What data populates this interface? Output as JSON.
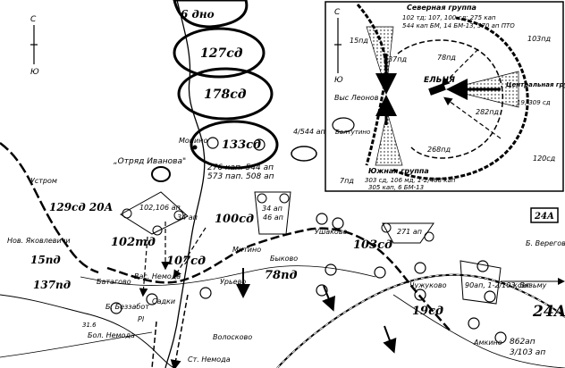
{
  "compass_main": {
    "north": "С",
    "south": "Ю"
  },
  "compass_inset": {
    "north": "С",
    "south": "Ю"
  },
  "divisions": {
    "d6": "6 дно",
    "d127": "127сд",
    "d178": "178сд",
    "d133": "133сд",
    "d129": "129сд 20А",
    "d15": "15пд",
    "d137": "137пд",
    "d102": "102тд",
    "d107": "107сд",
    "d100": "100сд",
    "d78": "78пд",
    "d103": "103сд",
    "d19": "19сд",
    "army24": "24А",
    "army24_box": "24А"
  },
  "units": {
    "otryad": "„Отряд Иванова\"",
    "u102": "102,106 ап",
    "u34a": "34 ап",
    "u34b": "34 ап",
    "u46": "46 ап",
    "u276": "276 кап. 544 ап",
    "u573": "573 пап. 508 ап",
    "u4_544": "4/544 ап",
    "u271": "271 ап",
    "u90": "90ап, 1-2/103 сап",
    "u862": "862ап",
    "u3_103": "3/103 ап",
    "arrow_vyazma": "к Вязьму",
    "pp": "Pl"
  },
  "places": {
    "monino": "Монино",
    "ustrom": "Устром",
    "yakovlevichi": "Нов. Яковлевичи",
    "batagovo": "Батагово",
    "vas_nemoda": "Вас. Немода",
    "urvevo": "Урьево",
    "bezzabot": "Б. Беззабот",
    "mal_nemoda": "Бол. Немода",
    "sadki": "Садки",
    "voloskovo": "Волосково",
    "st_nemoda": "Ст. Немода",
    "mitino": "Митино",
    "bykovo": "Быково",
    "ushakovo": "Ушаково",
    "chuzhukovo": "Чужуково",
    "vereteya": "Б. Верегова",
    "kamkino": "Амкино",
    "elevation": "31.6"
  },
  "inset": {
    "north_group_title": "Северная группа",
    "north_group_l1": "102 тд; 107, 100 сд; 275 кап",
    "north_group_l2": "544 кап БМ, 14 БМ-13, 570 ап ПТО",
    "center_group_title": "Центральная группа",
    "center_group_l1": "19, 309 сд",
    "south_group_title": "Южная группа",
    "south_group_l1": "303 сд, 106 мд, 1-2/488 кап",
    "south_group_l2": "305 кап, 6 БМ-13",
    "elnya": "ЕЛЬНЯ",
    "vys_leonov": "Выс Леонов",
    "baltutino": "Балтутино",
    "d15": "15пд",
    "d137": "137пд",
    "d78": "78пд",
    "d103": "103пд",
    "d282": "282пд",
    "d268": "268пд",
    "d7": "7пд",
    "d120": "120сд"
  }
}
